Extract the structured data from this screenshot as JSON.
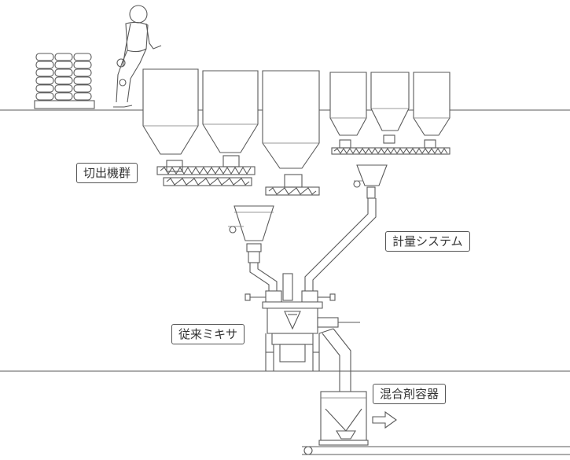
{
  "labels": {
    "feeders": "切出機群",
    "weighing": "計量システム",
    "mixer": "従来ミキサ",
    "container": "混合剤容器"
  }
}
